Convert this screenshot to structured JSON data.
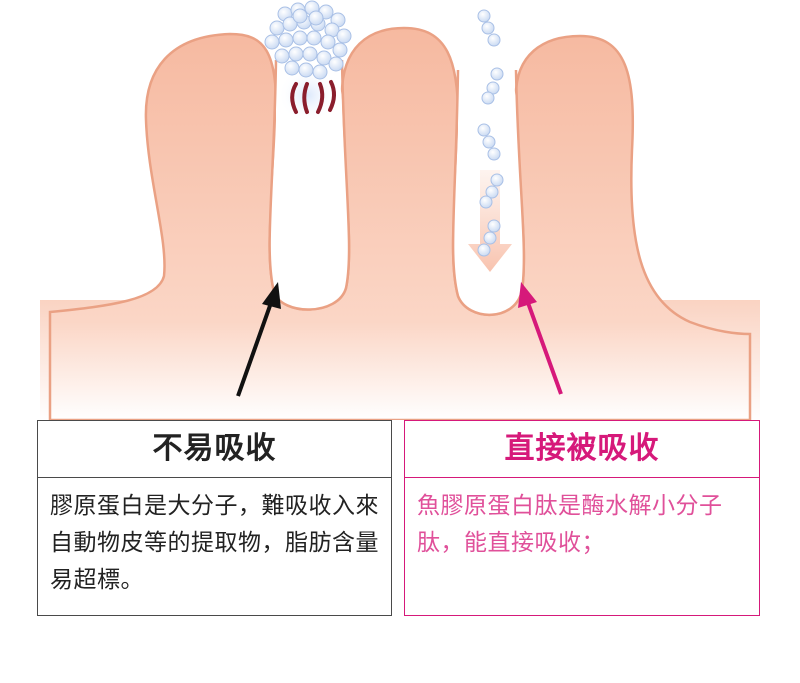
{
  "colors": {
    "villus_fill": "#f7c0a8",
    "villus_edge": "#eaa184",
    "accent_pink": "#d6197a",
    "body_pink": "#e0509a",
    "bead_fill": "#dde8f8",
    "bead_edge": "#9fb8e0",
    "arrow_black": "#111111"
  },
  "left_box": {
    "title": "不易吸收",
    "text": "膠原蛋白是大分子，難吸收入來自動物皮等的提取物，脂肪含量易超標。"
  },
  "right_box": {
    "title": "直接被吸收",
    "text": "魚膠原蛋白肽是酶水解小分子肽，能直接吸收；"
  }
}
